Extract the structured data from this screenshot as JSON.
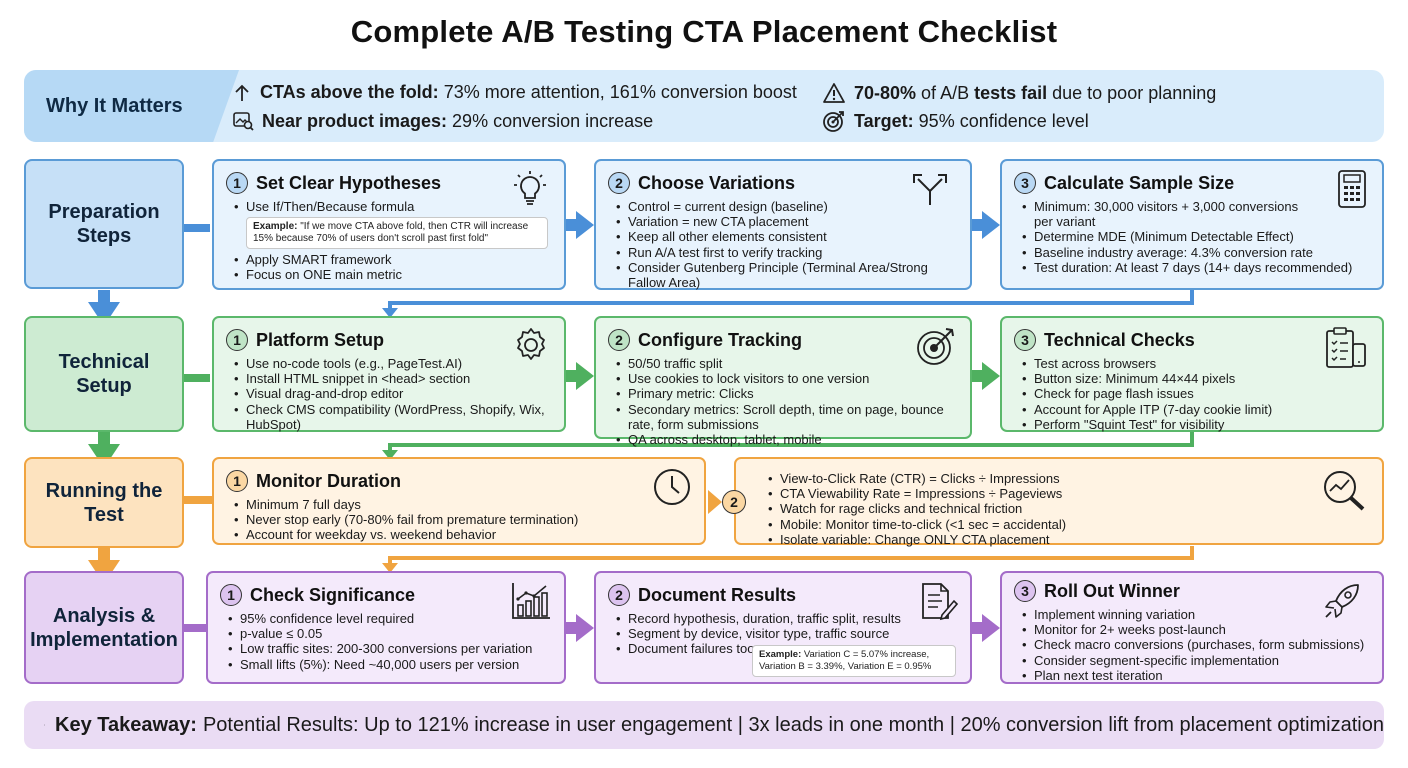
{
  "title": "Complete A/B Testing CTA Placement Checklist",
  "why": {
    "label": "Why It Matters",
    "items": [
      {
        "bold": "CTAs above the fold:",
        "text": "73% more attention, 161% conversion boost"
      },
      {
        "bold": "Near product images:",
        "text": "29% conversion increase"
      },
      {
        "bold": "70-80%",
        "text": "of A/B"
      },
      {
        "bold2": "tests fail",
        "text2": "due to poor planning"
      },
      {
        "bold": "Target:",
        "text": "95% confidence level"
      }
    ]
  },
  "phases": [
    {
      "label": "Preparation Steps"
    },
    {
      "label": "Technical Setup"
    },
    {
      "label": "Running the Test"
    },
    {
      "label": "Analysis & Implementation"
    }
  ],
  "prep": [
    {
      "num": "1",
      "title": "Set Clear Hypotheses",
      "items": [
        "Use If/Then/Because formula",
        "Apply SMART framework",
        "Focus on ONE main metric"
      ],
      "example_label": "Example:",
      "example": "\"If we move CTA above fold, then CTR will increase 15% because 70% of users don't scroll past first fold\""
    },
    {
      "num": "2",
      "title": "Choose Variations",
      "items": [
        "Control = current design (baseline)",
        "Variation = new CTA placement",
        "Keep all other elements consistent",
        "Run A/A test first to verify tracking",
        "Consider Gutenberg Principle (Terminal Area/Strong Fallow Area)"
      ]
    },
    {
      "num": "3",
      "title": "Calculate Sample Size",
      "items": [
        "Minimum: 30,000 visitors + 3,000 conversions per variant",
        "Determine MDE (Minimum Detectable Effect)",
        "Baseline industry average: 4.3% conversion rate",
        "Test duration: At least 7 days (14+ days recommended)"
      ]
    }
  ],
  "tech": [
    {
      "num": "1",
      "title": "Platform Setup",
      "items": [
        "Use no-code tools (e.g., PageTest.AI)",
        "Install HTML snippet in <head> section",
        "Visual drag-and-drop editor",
        "Check CMS compatibility (WordPress, Shopify, Wix, HubSpot)"
      ]
    },
    {
      "num": "2",
      "title": "Configure Tracking",
      "items": [
        "50/50 traffic split",
        "Use cookies to lock visitors to one version",
        "Primary metric: Clicks",
        "Secondary metrics: Scroll depth, time on page, bounce rate, form submissions",
        "QA across desktop, tablet, mobile"
      ]
    },
    {
      "num": "3",
      "title": "Technical Checks",
      "items": [
        "Test across browsers",
        "Button size: Minimum 44×44 pixels",
        "Check for page flash issues",
        "Account for Apple ITP (7-day cookie limit)",
        "Perform \"Squint Test\" for visibility"
      ]
    }
  ],
  "run": [
    {
      "num": "1",
      "title": "Monitor Duration",
      "items": [
        "Minimum 7 full days",
        "Never stop early (70-80% fail from premature termination)",
        "Account for weekday vs. weekend behavior"
      ]
    },
    {
      "num": "2",
      "items": [
        "View-to-Click Rate (CTR) = Clicks ÷ Impressions",
        "CTA Viewability Rate = Impressions ÷ Pageviews",
        "Watch for rage clicks and technical friction",
        "Mobile: Monitor time-to-click (<1 sec = accidental)",
        "Isolate variable: Change ONLY CTA placement"
      ]
    }
  ],
  "analysis": [
    {
      "num": "1",
      "title": "Check Significance",
      "items": [
        "95% confidence level required",
        "p-value ≤ 0.05",
        "Low traffic sites: 200-300 conversions per variation",
        "Small lifts (5%): Need ~40,000 users per version"
      ]
    },
    {
      "num": "2",
      "title": "Document Results",
      "items": [
        "Record hypothesis, duration, traffic split, results",
        "Segment by device, visitor type, traffic source",
        "Document failures too"
      ],
      "example_label": "Example:",
      "example": "Variation C = 5.07% increase, Variation B = 3.39%, Variation E = 0.95%"
    },
    {
      "num": "3",
      "title": "Roll Out Winner",
      "items": [
        "Implement winning variation",
        "Monitor for 2+ weeks post-launch",
        "Check macro conversions (purchases, form submissions)",
        "Consider segment-specific implementation",
        "Plan next test iteration"
      ]
    }
  ],
  "takeaway": {
    "label": "Key Takeaway:",
    "text": "Potential Results: Up to 121% increase in user engagement | 3x leads in one month | 20% conversion lift from placement optimization"
  },
  "colors": {
    "blue": "#5a9bd6",
    "green": "#5bb86b",
    "orange": "#f0a440",
    "purple": "#a46cc9"
  },
  "icons": [
    "arrow-up-icon",
    "image-search-icon",
    "warning-icon",
    "target-icon",
    "lightbulb-icon",
    "fork-arrow-icon",
    "calculator-icon",
    "gear-icon",
    "bullseye-icon",
    "clipboard-mobile-icon",
    "clock-icon",
    "magnifier-chart-icon",
    "bar-chart-icon",
    "document-pen-icon",
    "rocket-icon",
    "star-icon"
  ]
}
